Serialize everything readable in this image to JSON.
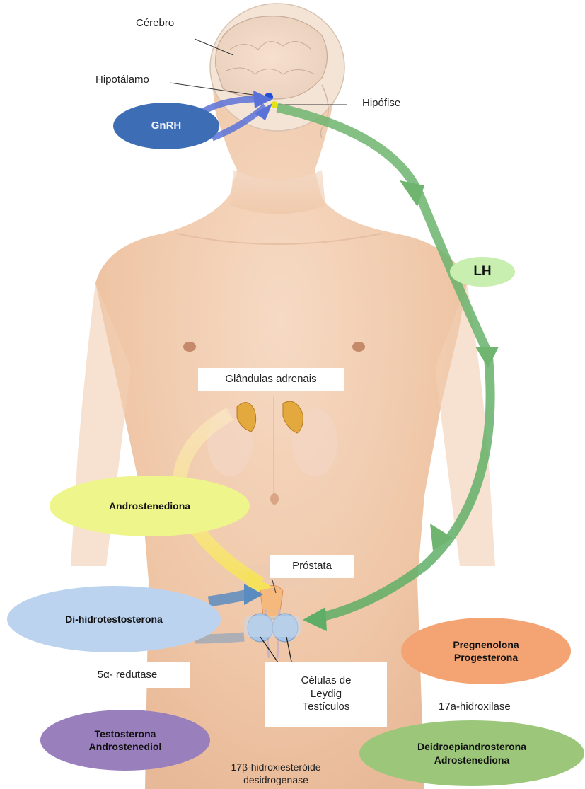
{
  "labels": {
    "cerebro": "Cérebro",
    "hipotalamo": "Hipotálamo",
    "hipofise": "Hipófise",
    "glandulas": "Glândulas adrenais",
    "prostata": "Próstata",
    "redutase": "5α- redutase",
    "celulas": [
      "Células de",
      "Leydig",
      "Testículos"
    ],
    "hidroxilase": "17a-hidroxilase",
    "desidrogenase": [
      "17β-hidroxiesteróide",
      "desidrogenase"
    ]
  },
  "ovals": {
    "gnrh": "GnRH",
    "lh": "LH",
    "androstenediona": "Androstenediona",
    "dihidro": "Di-hidrotestosterona",
    "pregnenolona": [
      "Pregnenolona",
      "Progesterona"
    ],
    "testosterona": [
      "Testosterona",
      "Androstenediol"
    ],
    "deidroepi": [
      "Deidroepiandrosterona",
      "Adrostenediona"
    ]
  },
  "colors": {
    "gnrh": "#3d6db5",
    "lh": "#c8eeb0",
    "androstenediona": "#eef58a",
    "dihidro": "#bcd3ef",
    "pregnenolona": "#f4a472",
    "testosterona": "#9a7fbd",
    "deidroepi": "#9cc77a",
    "skin": "#efc9ad",
    "green_arrow": "#78b878",
    "blue_arrow": "#5a72d8"
  }
}
